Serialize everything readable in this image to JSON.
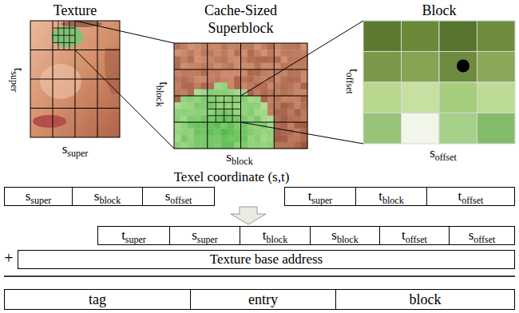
{
  "diagram": {
    "nodes": [
      {
        "text": [
          "Texture"
        ]
      },
      {
        "text": [
          "Cache-Sized Superblock"
        ]
      },
      {
        "text": [
          "Block"
        ]
      },
      {
        "text": [
          "s",
          "super"
        ]
      },
      {
        "text": [
          "s",
          "block"
        ]
      },
      {
        "text": [
          "s",
          "offset"
        ]
      },
      {
        "text": [
          "t",
          "super"
        ]
      },
      {
        "text": [
          "t",
          "block"
        ]
      },
      {
        "text": [
          "t",
          "offset"
        ]
      },
      {
        "text": [
          "t",
          "super"
        ]
      },
      {
        "text": [
          "s",
          "super"
        ]
      },
      {
        "text": [
          "t",
          "block"
        ]
      },
      {
        "text": [
          "s",
          "block"
        ]
      },
      {
        "text": [
          "t",
          "offset"
        ]
      },
      {
        "text": [
          "s",
          "offset"
        ]
      },
      {
        "text": [
          "Texture base address"
        ]
      },
      {
        "text": [
          "tag"
        ]
      },
      {
        "text": [
          "entry"
        ]
      },
      {
        "text": [
          "block"
        ]
      }
    ],
    "labels": [
      "t",
      "super",
      "s",
      "super",
      "t",
      "block",
      "s",
      "block",
      "t",
      "offset",
      "s",
      "offset",
      "Texel coordinate (s,t)",
      "+"
    ]
  }
}
